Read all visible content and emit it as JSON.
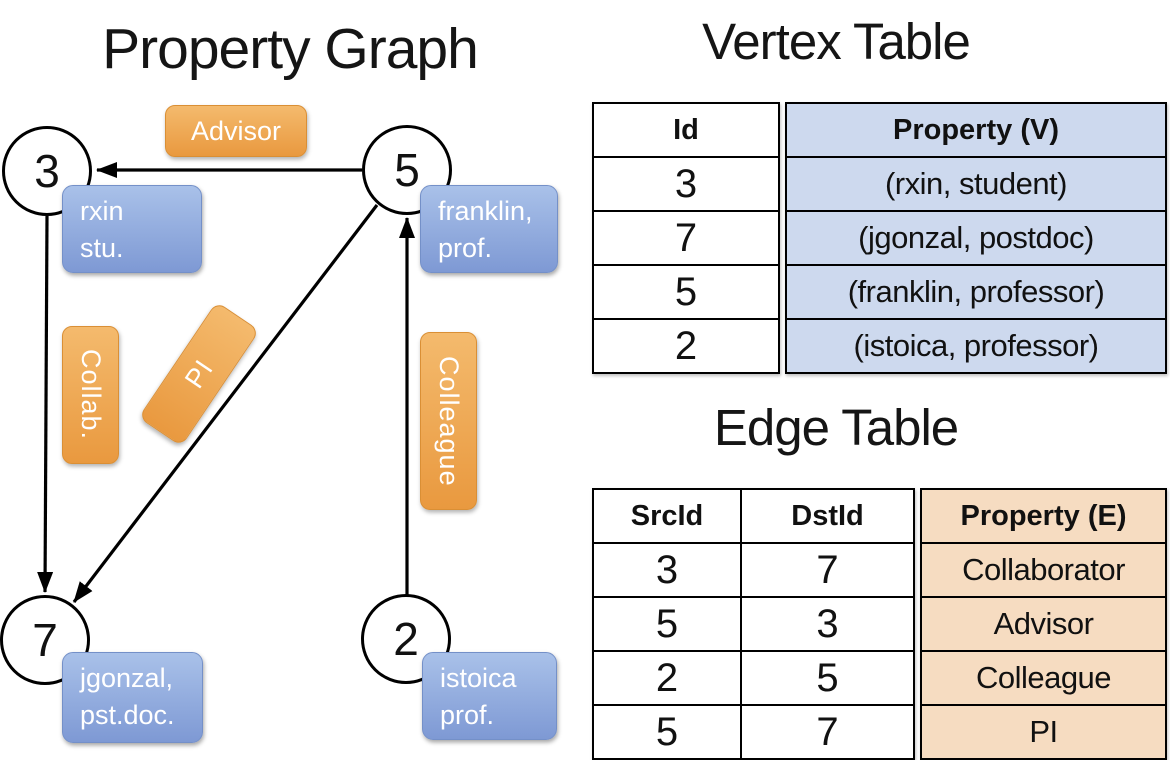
{
  "graph": {
    "title": "Property Graph",
    "nodes": [
      {
        "id": "3",
        "property_lines": [
          "rxin",
          "stu."
        ]
      },
      {
        "id": "5",
        "property_lines": [
          "franklin,",
          "prof."
        ]
      },
      {
        "id": "7",
        "property_lines": [
          "jgonzal,",
          "pst.doc."
        ]
      },
      {
        "id": "2",
        "property_lines": [
          "istoica",
          "prof."
        ]
      }
    ],
    "edge_labels": [
      {
        "label": "Advisor"
      },
      {
        "label": "Collab."
      },
      {
        "label": "PI"
      },
      {
        "label": "Colleague"
      }
    ]
  },
  "vertex_table": {
    "title": "Vertex Table",
    "columns": [
      "Id",
      "Property (V)"
    ],
    "rows": [
      [
        "3",
        "(rxin, student)"
      ],
      [
        "7",
        "(jgonzal, postdoc)"
      ],
      [
        "5",
        "(franklin, professor)"
      ],
      [
        "2",
        "(istoica, professor)"
      ]
    ]
  },
  "edge_table": {
    "title": "Edge Table",
    "columns": [
      "SrcId",
      "DstId",
      "Property (E)"
    ],
    "rows": [
      [
        "3",
        "7",
        "Collaborator"
      ],
      [
        "5",
        "3",
        "Advisor"
      ],
      [
        "2",
        "5",
        "Colleague"
      ],
      [
        "5",
        "7",
        "PI"
      ]
    ]
  },
  "colors": {
    "vertex_property_bg": "#cdd9ee",
    "edge_property_bg": "#f6dcc1",
    "blue_box_top": "#a9c1e9",
    "blue_box_bottom": "#7e99d4",
    "blue_box_border": "#7490c8",
    "orange_box_top": "#f4ba6d",
    "orange_box_bottom": "#e9993f",
    "orange_box_border": "#da8f35",
    "edge_line": "#000000"
  }
}
